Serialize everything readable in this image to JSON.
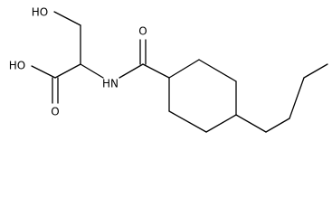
{
  "molecule": {
    "atoms": [
      {
        "id": "o_hydroxyl",
        "label": "HO"
      },
      {
        "id": "o_acid_oh",
        "label": "HO"
      },
      {
        "id": "o_acid_carbonyl",
        "label": "O"
      },
      {
        "id": "n_amide",
        "label": "HN"
      },
      {
        "id": "o_amide_carbonyl",
        "label": "O"
      }
    ]
  }
}
